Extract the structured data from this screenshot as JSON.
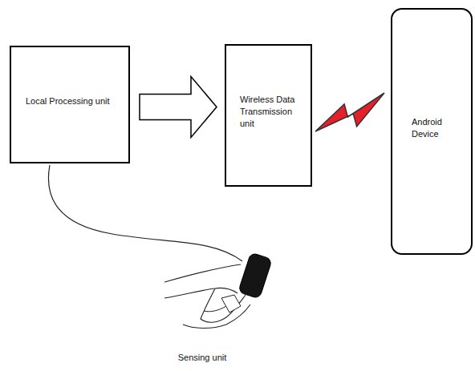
{
  "diagram": {
    "nodes": [
      {
        "text": [
          "Local Processing unit"
        ]
      },
      {
        "text": [
          "Wireless Data Transmission unit"
        ]
      },
      {
        "text": [
          "Android Device"
        ]
      }
    ],
    "edges": [
      {
        "from": 0,
        "to": 1,
        "arrow": "to"
      },
      {
        "from": 1,
        "to": 2,
        "arrow": "none"
      }
    ],
    "labels": [
      "Sensing unit"
    ]
  }
}
